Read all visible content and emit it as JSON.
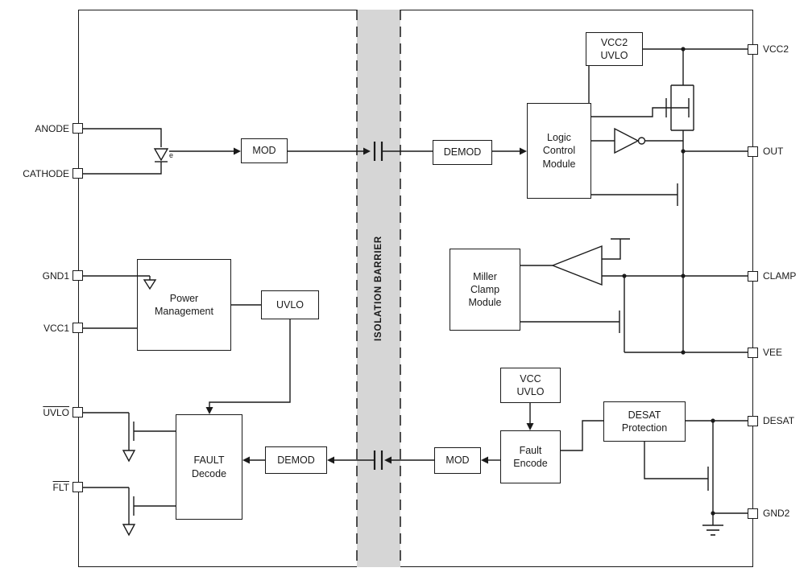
{
  "isolation": {
    "label": "ISOLATION BARRIER"
  },
  "pins": {
    "left": [
      {
        "label": "ANODE",
        "overline": false
      },
      {
        "label": "CATHODE",
        "overline": false
      },
      {
        "label": "GND1",
        "overline": false
      },
      {
        "label": "VCC1",
        "overline": false
      },
      {
        "label": "UVLO",
        "overline": true
      },
      {
        "label": "FLT",
        "overline": true
      }
    ],
    "right": [
      {
        "label": "VCC2"
      },
      {
        "label": "OUT"
      },
      {
        "label": "CLAMP"
      },
      {
        "label": "VEE"
      },
      {
        "label": "DESAT"
      },
      {
        "label": "GND2"
      }
    ]
  },
  "blocks": {
    "vcc2_uvlo": "VCC2\nUVLO",
    "logic_control": "Logic\nControl\nModule",
    "mod_top": "MOD",
    "demod_top": "DEMOD",
    "power_management": "Power\nManagement",
    "uvlo": "UVLO",
    "miller_clamp": "Miller\nClamp\nModule",
    "fault_decode": "FAULT\nDecode",
    "demod_bottom": "DEMOD",
    "mod_bottom": "MOD",
    "vcc_uvlo": "VCC\nUVLO",
    "fault_encode": "Fault\nEncode",
    "desat_protection": "DESAT\nProtection"
  },
  "symbols": {
    "diode_label": "e"
  },
  "colors": {
    "barrier_fill": "#d6d6d6",
    "line": "#1a1a1a"
  }
}
